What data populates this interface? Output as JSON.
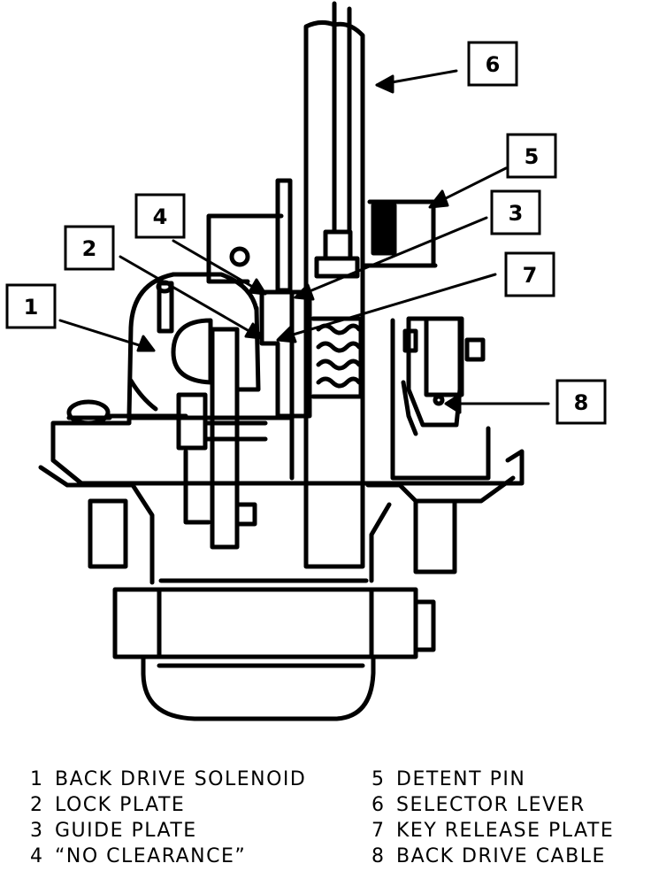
{
  "callouts": [
    "1",
    "2",
    "3",
    "4",
    "5",
    "6",
    "7",
    "8"
  ],
  "legend": {
    "left": [
      {
        "num": "1",
        "text": "BACK DRIVE SOLENOID"
      },
      {
        "num": "2",
        "text": "LOCK PLATE"
      },
      {
        "num": "3",
        "text": "GUIDE PLATE"
      },
      {
        "num": "4",
        "text": "“NO CLEARANCE”"
      }
    ],
    "right": [
      {
        "num": "5",
        "text": "DETENT PIN"
      },
      {
        "num": "6",
        "text": "SELECTOR LEVER"
      },
      {
        "num": "7",
        "text": "KEY RELEASE PLATE"
      },
      {
        "num": "8",
        "text": "BACK DRIVE CABLE"
      }
    ]
  }
}
